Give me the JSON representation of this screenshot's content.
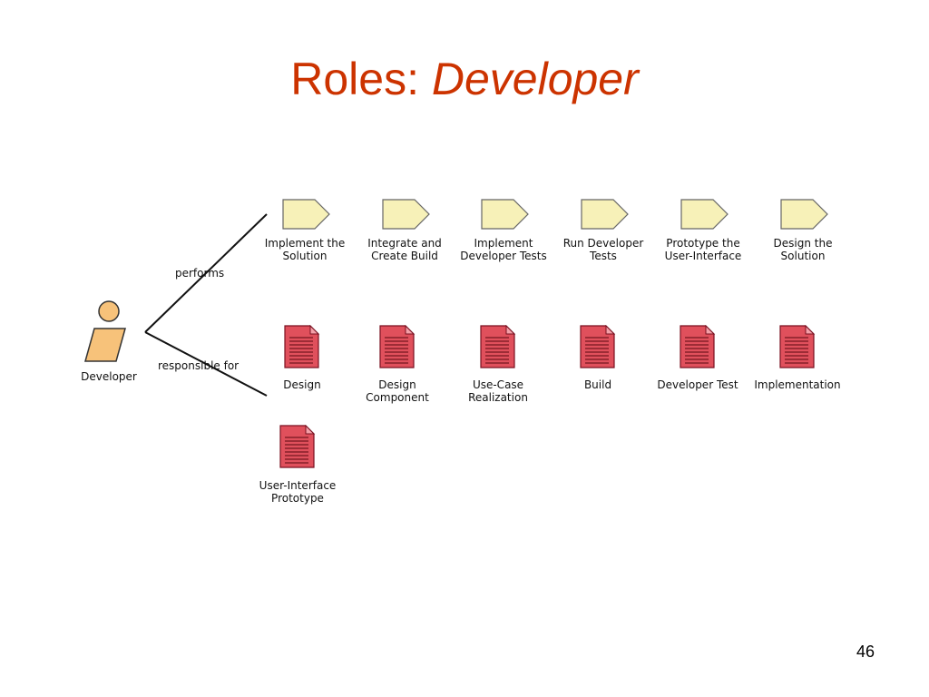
{
  "title": {
    "prefix": "Roles: ",
    "emphasis": "Developer"
  },
  "role": {
    "label": "Developer",
    "icon": "role-actor-icon"
  },
  "connectors": {
    "performs": "performs",
    "responsible_for": "responsible for"
  },
  "activities": [
    {
      "label": "Implement the\nSolution",
      "icon": "activity-icon"
    },
    {
      "label": "Integrate and\nCreate Build",
      "icon": "activity-icon"
    },
    {
      "label": "Implement\nDeveloper Tests",
      "icon": "activity-icon"
    },
    {
      "label": "Run Developer\nTests",
      "icon": "activity-icon"
    },
    {
      "label": "Prototype the\nUser-Interface",
      "icon": "activity-icon"
    },
    {
      "label": "Design the\nSolution",
      "icon": "activity-icon"
    }
  ],
  "artifacts": [
    {
      "label": "Design",
      "icon": "artifact-document-icon"
    },
    {
      "label": "Design\nComponent",
      "icon": "artifact-document-icon"
    },
    {
      "label": "Use-Case\nRealization",
      "icon": "artifact-document-icon"
    },
    {
      "label": "Build",
      "icon": "artifact-document-icon"
    },
    {
      "label": "Developer Test",
      "icon": "artifact-document-icon"
    },
    {
      "label": "Implementation",
      "icon": "artifact-document-icon"
    },
    {
      "label": "User-Interface\nPrototype",
      "icon": "artifact-document-icon"
    }
  ],
  "colors": {
    "title": "#cc3300",
    "activity_fill": "#f7f1b8",
    "artifact_fill": "#e0505c",
    "role_fill": "#f7c27a"
  },
  "page_number": "46"
}
